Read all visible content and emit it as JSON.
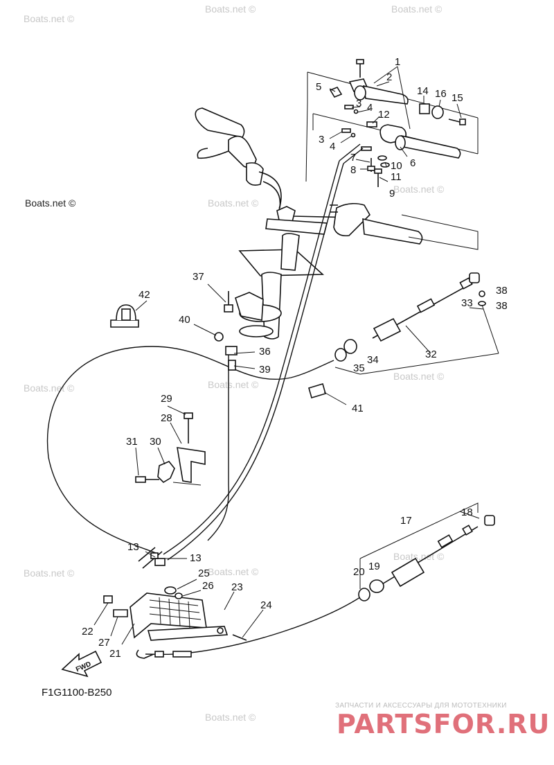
{
  "diagram": {
    "code": "F1G1100-B250",
    "watermark": "Boats.net ©",
    "fwd_label": "FWD",
    "brand_tagline": "ЗАПЧАСТИ И АКСЕССУАРЫ ДЛЯ МОТОТЕХНИКИ",
    "brand_name": "PARTSFOR.RU",
    "brand_color": "#e0707a",
    "labels": {
      "l1": "1",
      "l2": "2",
      "l3a": "3",
      "l3b": "3",
      "l4a": "4",
      "l4b": "4",
      "l5": "5",
      "l6": "6",
      "l7": "7",
      "l8": "8",
      "l9": "9",
      "l10": "10",
      "l11": "11",
      "l12": "12",
      "l13a": "13",
      "l13b": "13",
      "l14": "14",
      "l15": "15",
      "l16": "16",
      "l17": "17",
      "l18": "18",
      "l19": "19",
      "l20": "20",
      "l21": "21",
      "l22": "22",
      "l23": "23",
      "l24": "24",
      "l25": "25",
      "l26": "26",
      "l27": "27",
      "l28": "28",
      "l29": "29",
      "l30": "30",
      "l31": "31",
      "l32": "32",
      "l33": "33",
      "l34": "34",
      "l35": "35",
      "l36": "36",
      "l37": "37",
      "l38a": "38",
      "l38b": "38",
      "l39": "39",
      "l40": "40",
      "l41": "41",
      "l42": "42"
    }
  }
}
